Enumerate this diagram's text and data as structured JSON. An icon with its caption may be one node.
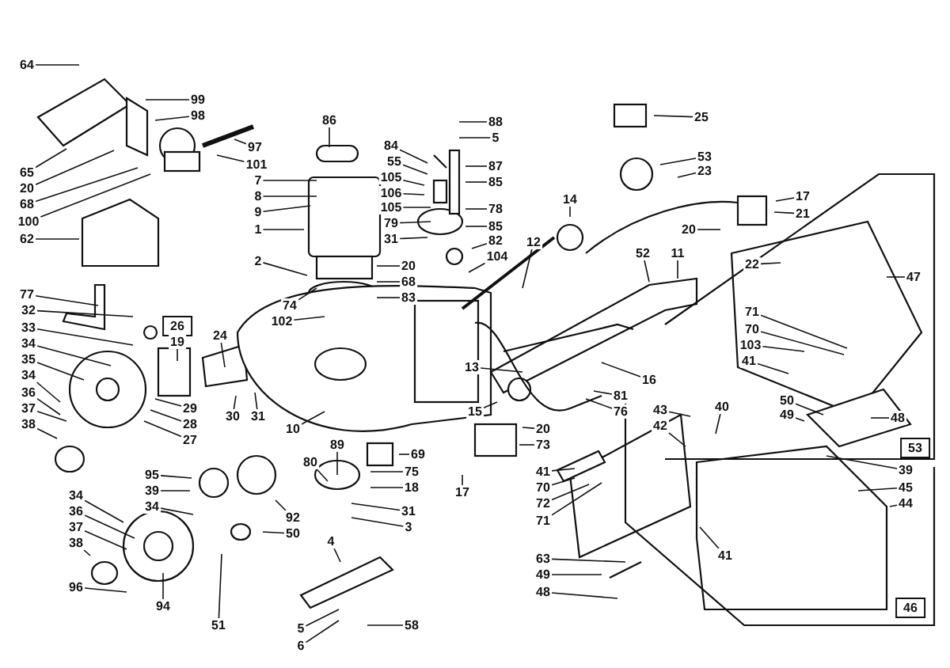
{
  "diagram": {
    "nodes": [
      {
        "text": [
          "64"
        ]
      },
      {
        "text": [
          "99"
        ]
      },
      {
        "text": [
          "98"
        ]
      },
      {
        "text": [
          "97"
        ]
      },
      {
        "text": [
          "101"
        ]
      },
      {
        "text": [
          "65"
        ]
      },
      {
        "text": [
          "20"
        ]
      },
      {
        "text": [
          "68"
        ]
      },
      {
        "text": [
          "100"
        ]
      },
      {
        "text": [
          "62"
        ]
      },
      {
        "text": [
          "77"
        ]
      },
      {
        "text": [
          "32"
        ]
      },
      {
        "text": [
          "33"
        ]
      },
      {
        "text": [
          "34"
        ]
      },
      {
        "text": [
          "35"
        ]
      },
      {
        "text": [
          "34"
        ]
      },
      {
        "text": [
          "36"
        ]
      },
      {
        "text": [
          "37"
        ]
      },
      {
        "text": [
          "38"
        ]
      },
      {
        "text": [
          "26"
        ]
      },
      {
        "text": [
          "19"
        ]
      },
      {
        "text": [
          "24"
        ]
      },
      {
        "text": [
          "30"
        ]
      },
      {
        "text": [
          "31"
        ]
      },
      {
        "text": [
          "29"
        ]
      },
      {
        "text": [
          "28"
        ]
      },
      {
        "text": [
          "27"
        ]
      },
      {
        "text": [
          "95"
        ]
      },
      {
        "text": [
          "39"
        ]
      },
      {
        "text": [
          "34"
        ]
      },
      {
        "text": [
          "92"
        ]
      },
      {
        "text": [
          "50"
        ]
      },
      {
        "text": [
          "34"
        ]
      },
      {
        "text": [
          "36"
        ]
      },
      {
        "text": [
          "37"
        ]
      },
      {
        "text": [
          "38"
        ]
      },
      {
        "text": [
          "96"
        ]
      },
      {
        "text": [
          "94"
        ]
      },
      {
        "text": [
          "51"
        ]
      },
      {
        "text": [
          "7"
        ]
      },
      {
        "text": [
          "8"
        ]
      },
      {
        "text": [
          "9"
        ]
      },
      {
        "text": [
          "1"
        ]
      },
      {
        "text": [
          "2"
        ]
      },
      {
        "text": [
          "74"
        ]
      },
      {
        "text": [
          "102"
        ]
      },
      {
        "text": [
          "86"
        ]
      },
      {
        "text": [
          "84"
        ]
      },
      {
        "text": [
          "55"
        ]
      },
      {
        "text": [
          "105"
        ]
      },
      {
        "text": [
          "106"
        ]
      },
      {
        "text": [
          "105"
        ]
      },
      {
        "text": [
          "79"
        ]
      },
      {
        "text": [
          "31"
        ]
      },
      {
        "text": [
          "20"
        ]
      },
      {
        "text": [
          "68"
        ]
      },
      {
        "text": [
          "83"
        ]
      },
      {
        "text": [
          "88"
        ]
      },
      {
        "text": [
          "5"
        ]
      },
      {
        "text": [
          "87"
        ]
      },
      {
        "text": [
          "85"
        ]
      },
      {
        "text": [
          "78"
        ]
      },
      {
        "text": [
          "85"
        ]
      },
      {
        "text": [
          "82"
        ]
      },
      {
        "text": [
          "104"
        ]
      },
      {
        "text": [
          "14"
        ]
      },
      {
        "text": [
          "12"
        ]
      },
      {
        "text": [
          "25"
        ]
      },
      {
        "text": [
          "53"
        ]
      },
      {
        "text": [
          "23"
        ]
      },
      {
        "text": [
          "17"
        ]
      },
      {
        "text": [
          "21"
        ]
      },
      {
        "text": [
          "20"
        ]
      },
      {
        "text": [
          "52"
        ]
      },
      {
        "text": [
          "11"
        ]
      },
      {
        "text": [
          "22"
        ]
      },
      {
        "text": [
          "47"
        ]
      },
      {
        "text": [
          "71"
        ]
      },
      {
        "text": [
          "70"
        ]
      },
      {
        "text": [
          "103"
        ]
      },
      {
        "text": [
          "41"
        ]
      },
      {
        "text": [
          "13"
        ]
      },
      {
        "text": [
          "16"
        ]
      },
      {
        "text": [
          "15"
        ]
      },
      {
        "text": [
          "81"
        ]
      },
      {
        "text": [
          "76"
        ]
      },
      {
        "text": [
          "50"
        ]
      },
      {
        "text": [
          "49"
        ]
      },
      {
        "text": [
          "48"
        ]
      },
      {
        "text": [
          "10"
        ]
      },
      {
        "text": [
          "69"
        ]
      },
      {
        "text": [
          "75"
        ]
      },
      {
        "text": [
          "18"
        ]
      },
      {
        "text": [
          "89"
        ]
      },
      {
        "text": [
          "80"
        ]
      },
      {
        "text": [
          "31"
        ]
      },
      {
        "text": [
          "3"
        ]
      },
      {
        "text": [
          "4"
        ]
      },
      {
        "text": [
          "5"
        ]
      },
      {
        "text": [
          "6"
        ]
      },
      {
        "text": [
          "58"
        ]
      },
      {
        "text": [
          "20"
        ]
      },
      {
        "text": [
          "73"
        ]
      },
      {
        "text": [
          "17"
        ]
      },
      {
        "text": [
          "41"
        ]
      },
      {
        "text": [
          "70"
        ]
      },
      {
        "text": [
          "72"
        ]
      },
      {
        "text": [
          "71"
        ]
      },
      {
        "text": [
          "43"
        ]
      },
      {
        "text": [
          "40"
        ]
      },
      {
        "text": [
          "42"
        ]
      },
      {
        "text": [
          "39"
        ]
      },
      {
        "text": [
          "45"
        ]
      },
      {
        "text": [
          "44"
        ]
      },
      {
        "text": [
          "53"
        ]
      },
      {
        "text": [
          "41"
        ]
      },
      {
        "text": [
          "63"
        ]
      },
      {
        "text": [
          "49"
        ]
      },
      {
        "text": [
          "48"
        ]
      },
      {
        "text": [
          "46"
        ]
      }
    ],
    "edges": [
      {
        "from": 0,
        "to": null,
        "arrow": "none"
      },
      {
        "from": 1,
        "to": null,
        "arrow": "none"
      },
      {
        "from": 2,
        "to": null,
        "arrow": "none"
      },
      {
        "from": 3,
        "to": null,
        "arrow": "none"
      },
      {
        "from": 4,
        "to": null,
        "arrow": "none"
      },
      {
        "from": 5,
        "to": null,
        "arrow": "none"
      },
      {
        "from": 6,
        "to": null,
        "arrow": "none"
      },
      {
        "from": 7,
        "to": null,
        "arrow": "none"
      },
      {
        "from": 8,
        "to": null,
        "arrow": "none"
      },
      {
        "from": 9,
        "to": null,
        "arrow": "none"
      },
      {
        "from": 10,
        "to": null,
        "arrow": "none"
      },
      {
        "from": 11,
        "to": null,
        "arrow": "none"
      },
      {
        "from": 12,
        "to": null,
        "arrow": "none"
      },
      {
        "from": 13,
        "to": null,
        "arrow": "none"
      },
      {
        "from": 14,
        "to": null,
        "arrow": "none"
      },
      {
        "from": 15,
        "to": null,
        "arrow": "none"
      },
      {
        "from": 16,
        "to": null,
        "arrow": "none"
      },
      {
        "from": 17,
        "to": null,
        "arrow": "none"
      },
      {
        "from": 18,
        "to": null,
        "arrow": "none"
      },
      {
        "from": 20,
        "to": null,
        "arrow": "none"
      },
      {
        "from": 21,
        "to": null,
        "arrow": "none"
      },
      {
        "from": 22,
        "to": null,
        "arrow": "none"
      },
      {
        "from": 23,
        "to": null,
        "arrow": "none"
      },
      {
        "from": 24,
        "to": null,
        "arrow": "none"
      },
      {
        "from": 25,
        "to": null,
        "arrow": "none"
      },
      {
        "from": 26,
        "to": null,
        "arrow": "none"
      },
      {
        "from": 27,
        "to": null,
        "arrow": "none"
      },
      {
        "from": 28,
        "to": null,
        "arrow": "none"
      },
      {
        "from": 29,
        "to": null,
        "arrow": "none"
      },
      {
        "from": 30,
        "to": null,
        "arrow": "none"
      },
      {
        "from": 31,
        "to": null,
        "arrow": "none"
      },
      {
        "from": 32,
        "to": null,
        "arrow": "none"
      },
      {
        "from": 33,
        "to": null,
        "arrow": "none"
      },
      {
        "from": 34,
        "to": null,
        "arrow": "none"
      },
      {
        "from": 35,
        "to": null,
        "arrow": "none"
      },
      {
        "from": 36,
        "to": null,
        "arrow": "none"
      },
      {
        "from": 37,
        "to": null,
        "arrow": "none"
      },
      {
        "from": 38,
        "to": null,
        "arrow": "none"
      },
      {
        "from": 39,
        "to": null,
        "arrow": "none"
      },
      {
        "from": 40,
        "to": null,
        "arrow": "none"
      },
      {
        "from": 41,
        "to": null,
        "arrow": "none"
      },
      {
        "from": 42,
        "to": null,
        "arrow": "none"
      },
      {
        "from": 43,
        "to": null,
        "arrow": "none"
      },
      {
        "from": 44,
        "to": null,
        "arrow": "none"
      },
      {
        "from": 45,
        "to": null,
        "arrow": "none"
      },
      {
        "from": 46,
        "to": null,
        "arrow": "none"
      },
      {
        "from": 47,
        "to": null,
        "arrow": "none"
      },
      {
        "from": 48,
        "to": null,
        "arrow": "none"
      },
      {
        "from": 49,
        "to": null,
        "arrow": "none"
      },
      {
        "from": 50,
        "to": null,
        "arrow": "none"
      },
      {
        "from": 51,
        "to": null,
        "arrow": "none"
      },
      {
        "from": 52,
        "to": null,
        "arrow": "none"
      },
      {
        "from": 53,
        "to": null,
        "arrow": "none"
      },
      {
        "from": 54,
        "to": null,
        "arrow": "none"
      },
      {
        "from": 55,
        "to": null,
        "arrow": "none"
      },
      {
        "from": 56,
        "to": null,
        "arrow": "none"
      },
      {
        "from": 57,
        "to": null,
        "arrow": "none"
      },
      {
        "from": 58,
        "to": null,
        "arrow": "none"
      },
      {
        "from": 59,
        "to": null,
        "arrow": "none"
      },
      {
        "from": 60,
        "to": null,
        "arrow": "none"
      },
      {
        "from": 61,
        "to": null,
        "arrow": "none"
      },
      {
        "from": 62,
        "to": null,
        "arrow": "none"
      },
      {
        "from": 63,
        "to": null,
        "arrow": "none"
      },
      {
        "from": 64,
        "to": null,
        "arrow": "none"
      },
      {
        "from": 65,
        "to": null,
        "arrow": "none"
      },
      {
        "from": 66,
        "to": null,
        "arrow": "none"
      },
      {
        "from": 67,
        "to": null,
        "arrow": "none"
      },
      {
        "from": 68,
        "to": null,
        "arrow": "none"
      },
      {
        "from": 69,
        "to": null,
        "arrow": "none"
      },
      {
        "from": 70,
        "to": null,
        "arrow": "none"
      },
      {
        "from": 71,
        "to": null,
        "arrow": "none"
      },
      {
        "from": 72,
        "to": null,
        "arrow": "none"
      },
      {
        "from": 73,
        "to": null,
        "arrow": "none"
      },
      {
        "from": 74,
        "to": null,
        "arrow": "none"
      },
      {
        "from": 75,
        "to": null,
        "arrow": "none"
      },
      {
        "from": 76,
        "to": null,
        "arrow": "none"
      },
      {
        "from": 77,
        "to": null,
        "arrow": "none"
      },
      {
        "from": 78,
        "to": null,
        "arrow": "none"
      },
      {
        "from": 79,
        "to": null,
        "arrow": "none"
      },
      {
        "from": 80,
        "to": null,
        "arrow": "none"
      },
      {
        "from": 81,
        "to": null,
        "arrow": "none"
      },
      {
        "from": 82,
        "to": null,
        "arrow": "none"
      },
      {
        "from": 83,
        "to": null,
        "arrow": "none"
      },
      {
        "from": 84,
        "to": null,
        "arrow": "none"
      },
      {
        "from": 85,
        "to": null,
        "arrow": "none"
      },
      {
        "from": 86,
        "to": null,
        "arrow": "none"
      },
      {
        "from": 87,
        "to": null,
        "arrow": "none"
      },
      {
        "from": 88,
        "to": null,
        "arrow": "none"
      },
      {
        "from": 89,
        "to": null,
        "arrow": "none"
      },
      {
        "from": 90,
        "to": null,
        "arrow": "none"
      },
      {
        "from": 91,
        "to": null,
        "arrow": "none"
      },
      {
        "from": 92,
        "to": null,
        "arrow": "none"
      },
      {
        "from": 93,
        "to": null,
        "arrow": "none"
      },
      {
        "from": 94,
        "to": null,
        "arrow": "none"
      },
      {
        "from": 95,
        "to": null,
        "arrow": "none"
      },
      {
        "from": 96,
        "to": null,
        "arrow": "none"
      },
      {
        "from": 97,
        "to": null,
        "arrow": "none"
      },
      {
        "from": 98,
        "to": null,
        "arrow": "none"
      },
      {
        "from": 99,
        "to": null,
        "arrow": "none"
      },
      {
        "from": 100,
        "to": null,
        "arrow": "none"
      },
      {
        "from": 101,
        "to": null,
        "arrow": "none"
      },
      {
        "from": 102,
        "to": null,
        "arrow": "none"
      },
      {
        "from": 103,
        "to": null,
        "arrow": "none"
      },
      {
        "from": 104,
        "to": null,
        "arrow": "none"
      },
      {
        "from": 105,
        "to": null,
        "arrow": "none"
      },
      {
        "from": 106,
        "to": null,
        "arrow": "none"
      },
      {
        "from": 107,
        "to": null,
        "arrow": "none"
      },
      {
        "from": 108,
        "to": null,
        "arrow": "none"
      },
      {
        "from": 109,
        "to": null,
        "arrow": "none"
      },
      {
        "from": 110,
        "to": null,
        "arrow": "none"
      },
      {
        "from": 111,
        "to": null,
        "arrow": "none"
      },
      {
        "from": 112,
        "to": null,
        "arrow": "none"
      },
      {
        "from": 113,
        "to": null,
        "arrow": "none"
      },
      {
        "from": 115,
        "to": null,
        "arrow": "none"
      },
      {
        "from": 116,
        "to": null,
        "arrow": "none"
      },
      {
        "from": 117,
        "to": null,
        "arrow": "none"
      },
      {
        "from": 118,
        "to": null,
        "arrow": "none"
      }
    ]
  }
}
